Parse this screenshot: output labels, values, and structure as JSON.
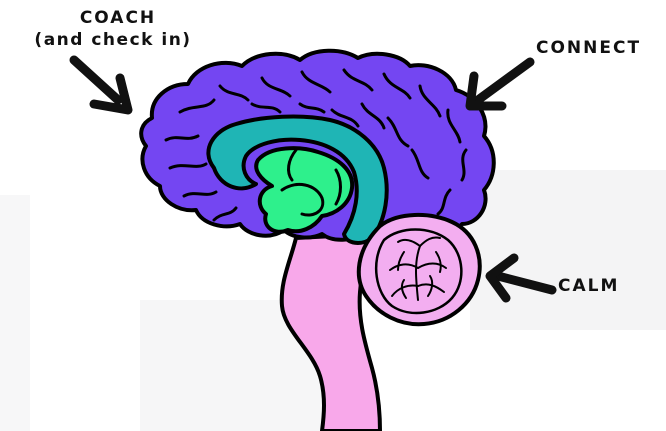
{
  "labels": {
    "coach_line1": "COACH",
    "coach_line2": "(and check in)",
    "connect": "CONNECT",
    "calm": "CALM"
  },
  "colors": {
    "cortex": "#7446f2",
    "limbic_ring": "#1fb5b5",
    "limbic_core": "#2ef08c",
    "brainstem": "#f8a8ea",
    "cerebellum": "#f3aef0",
    "outline": "#000000"
  }
}
